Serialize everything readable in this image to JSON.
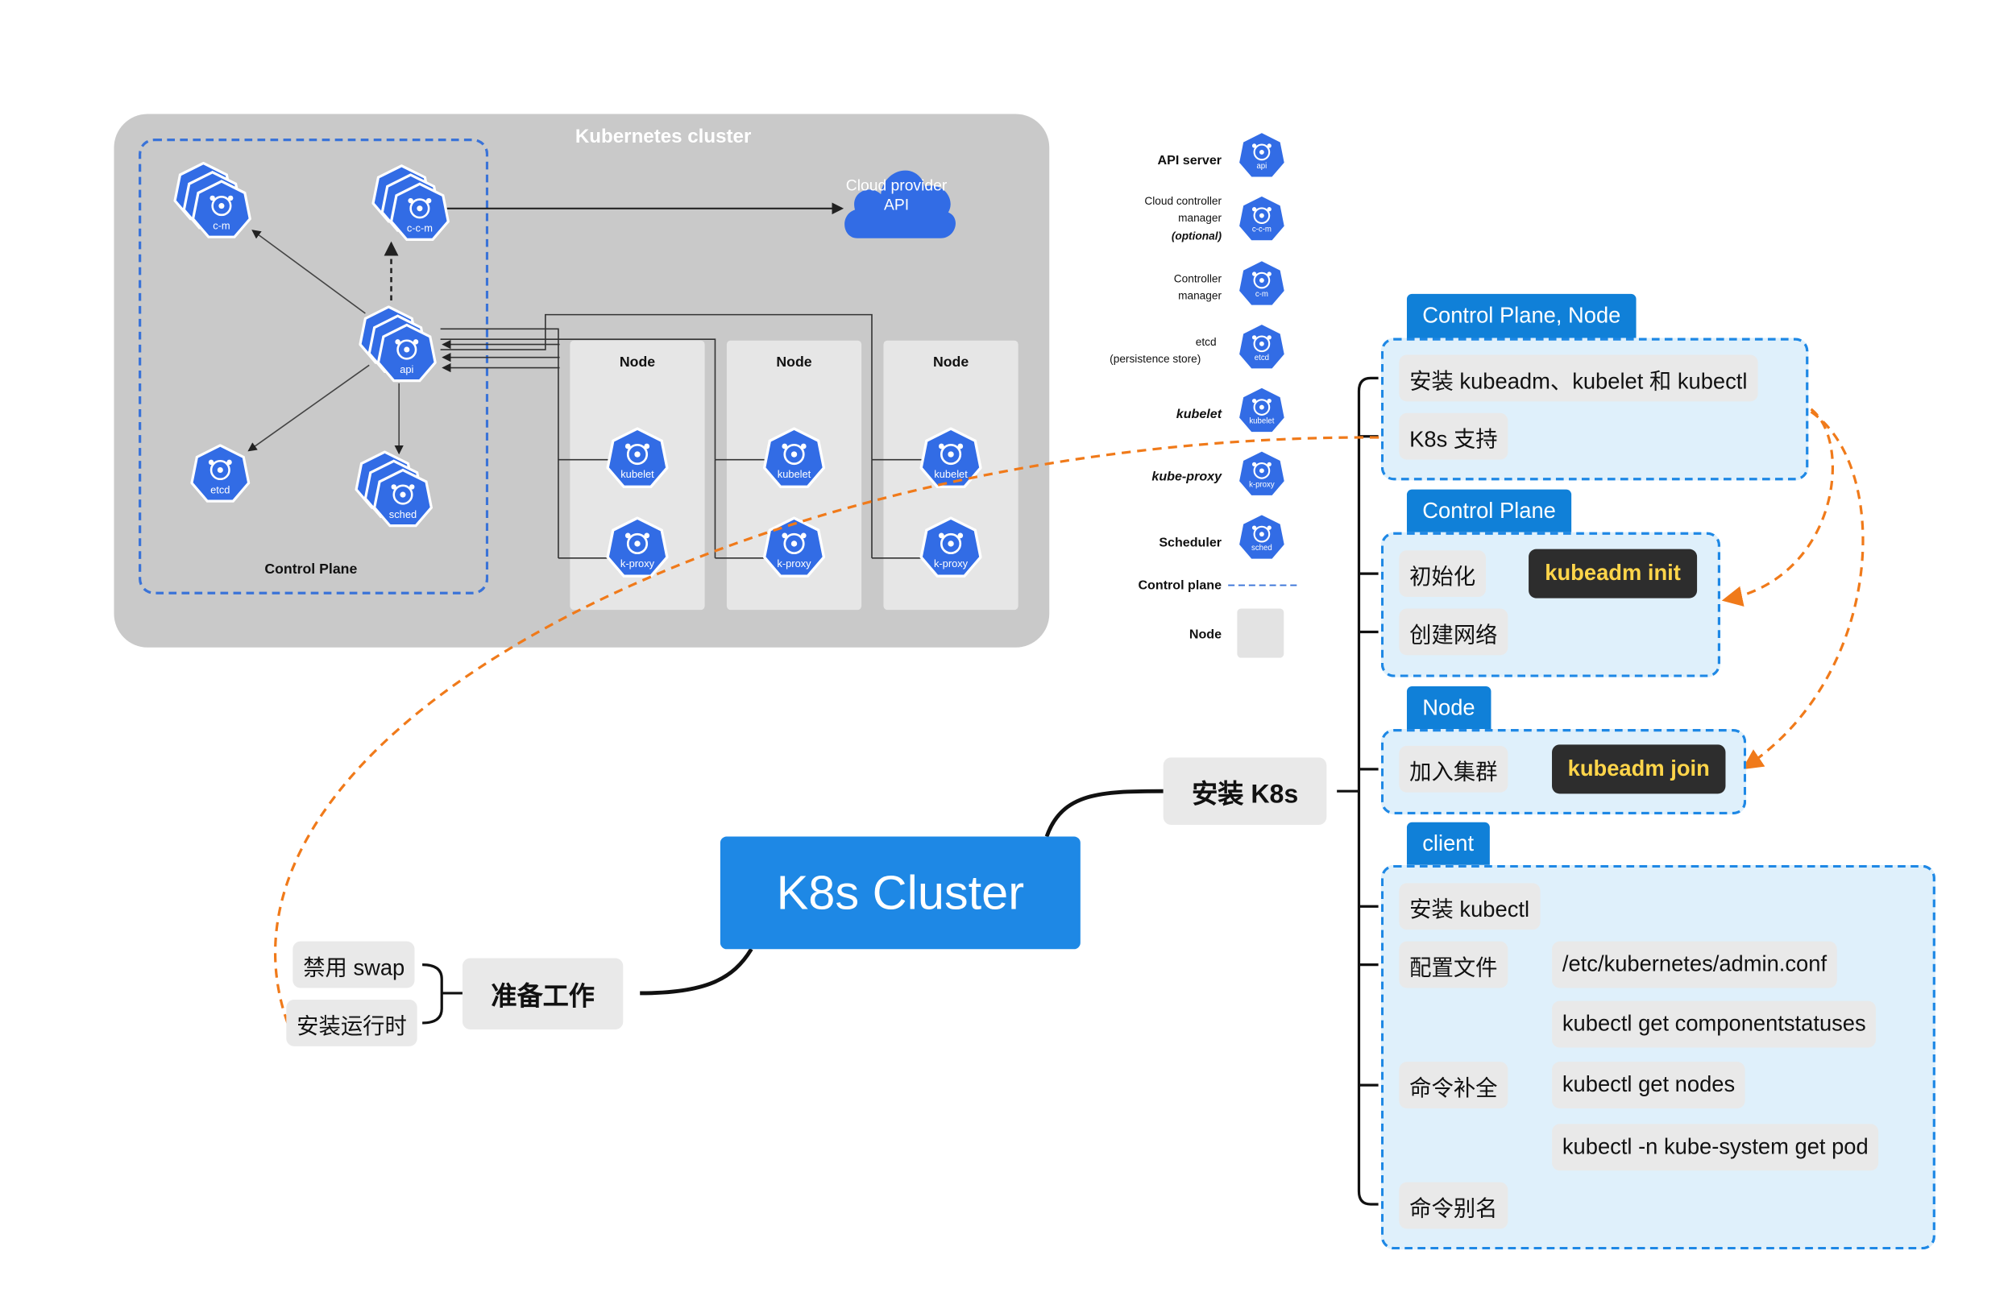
{
  "cluster": {
    "title": "Kubernetes cluster",
    "control_plane_label": "Control Plane",
    "cloud_label": "Cloud provider API",
    "components": {
      "cm": "c-m",
      "ccm": "c-c-m",
      "api": "api",
      "etcd": "etcd",
      "sched": "sched"
    },
    "nodes": [
      {
        "title": "Node",
        "kubelet": "kubelet",
        "proxy": "k-proxy"
      },
      {
        "title": "Node",
        "kubelet": "kubelet",
        "proxy": "k-proxy"
      },
      {
        "title": "Node",
        "kubelet": "kubelet",
        "proxy": "k-proxy"
      }
    ]
  },
  "legend": {
    "api_server": "API server",
    "ccm_line1": "Cloud controller",
    "ccm_line2": "manager",
    "ccm_line3": "(optional)",
    "cm_line1": "Controller",
    "cm_line2": "manager",
    "etcd_line1": "etcd",
    "etcd_line2": "(persistence store)",
    "kubelet": "kubelet",
    "kube_proxy": "kube-proxy",
    "scheduler": "Scheduler",
    "control_plane": "Control plane",
    "node": "Node",
    "icons": {
      "api": "api",
      "ccm": "c-c-m",
      "cm": "c-m",
      "etcd": "etcd",
      "kubelet": "kubelet",
      "proxy": "k-proxy",
      "sched": "sched"
    }
  },
  "mindmap": {
    "root": "K8s Cluster",
    "prep": {
      "label": "准备工作",
      "items": [
        "禁用 swap",
        "安装运行时"
      ]
    },
    "install": {
      "label": "安装 K8s",
      "groups": [
        {
          "tab": "Control Plane, Node",
          "items": [
            "安装 kubeadm、kubelet 和 kubectl",
            "K8s 支持"
          ]
        },
        {
          "tab": "Control Plane",
          "items": [
            "初始化",
            "创建网络"
          ],
          "command": "kubeadm init"
        },
        {
          "tab": "Node",
          "items": [
            "加入集群"
          ],
          "command": "kubeadm join"
        },
        {
          "tab": "client",
          "items": [
            "安装 kubectl",
            "配置文件",
            "命令补全",
            "命令别名"
          ],
          "config_path": "/etc/kubernetes/admin.conf",
          "completion_cmds": [
            "kubectl get componentstatuses",
            "kubectl get nodes",
            "kubectl -n kube-system get pod"
          ]
        }
      ]
    }
  },
  "colors": {
    "k8s_blue": "#326ce5",
    "root_blue": "#1e88e5",
    "arrow_orange": "#f07a1a",
    "command_text": "#ffd54a",
    "group_fill": "#dff0fb"
  }
}
